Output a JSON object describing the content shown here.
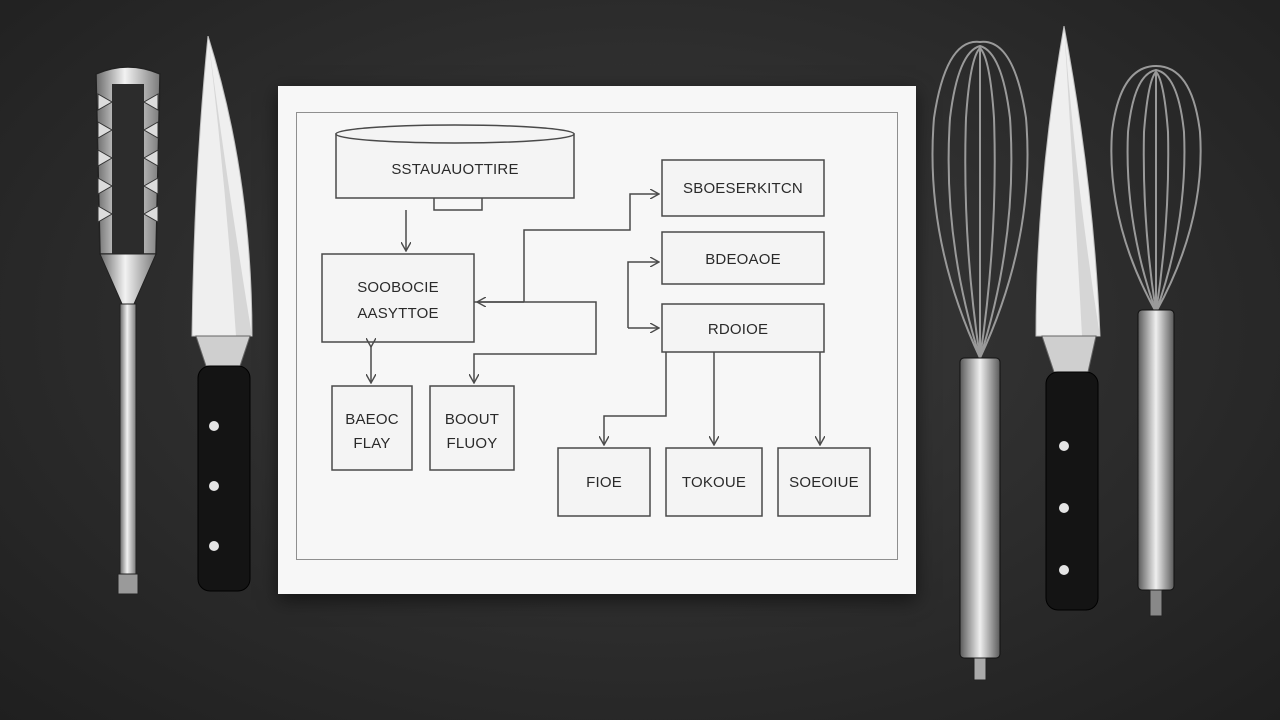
{
  "diagram": {
    "nodes": {
      "top_cylinder": "SSTAUAUOTTIRE",
      "central_1": "SOOBOCIE",
      "central_2": "AASYTTOE",
      "left_a_1": "BAEOC",
      "left_a_2": "FLAY",
      "left_b_1": "BOOUT",
      "left_b_2": "FLUOY",
      "right_1": "SBOESERKITCN",
      "right_2": "BDEOAOE",
      "right_3": "RDOIOE",
      "bottom_1": "FIOE",
      "bottom_2": "TOKOUE",
      "bottom_3": "SOEOIUE"
    }
  },
  "colors": {
    "table": "#2c2c2c",
    "paper": "#f7f7f7",
    "ink": "#4a4a4a",
    "knife_blade": "#eeeeee",
    "handle": "#141414"
  },
  "icons": [
    "meat-tenderizer-icon",
    "chef-knife-icon",
    "whisk-icon"
  ]
}
